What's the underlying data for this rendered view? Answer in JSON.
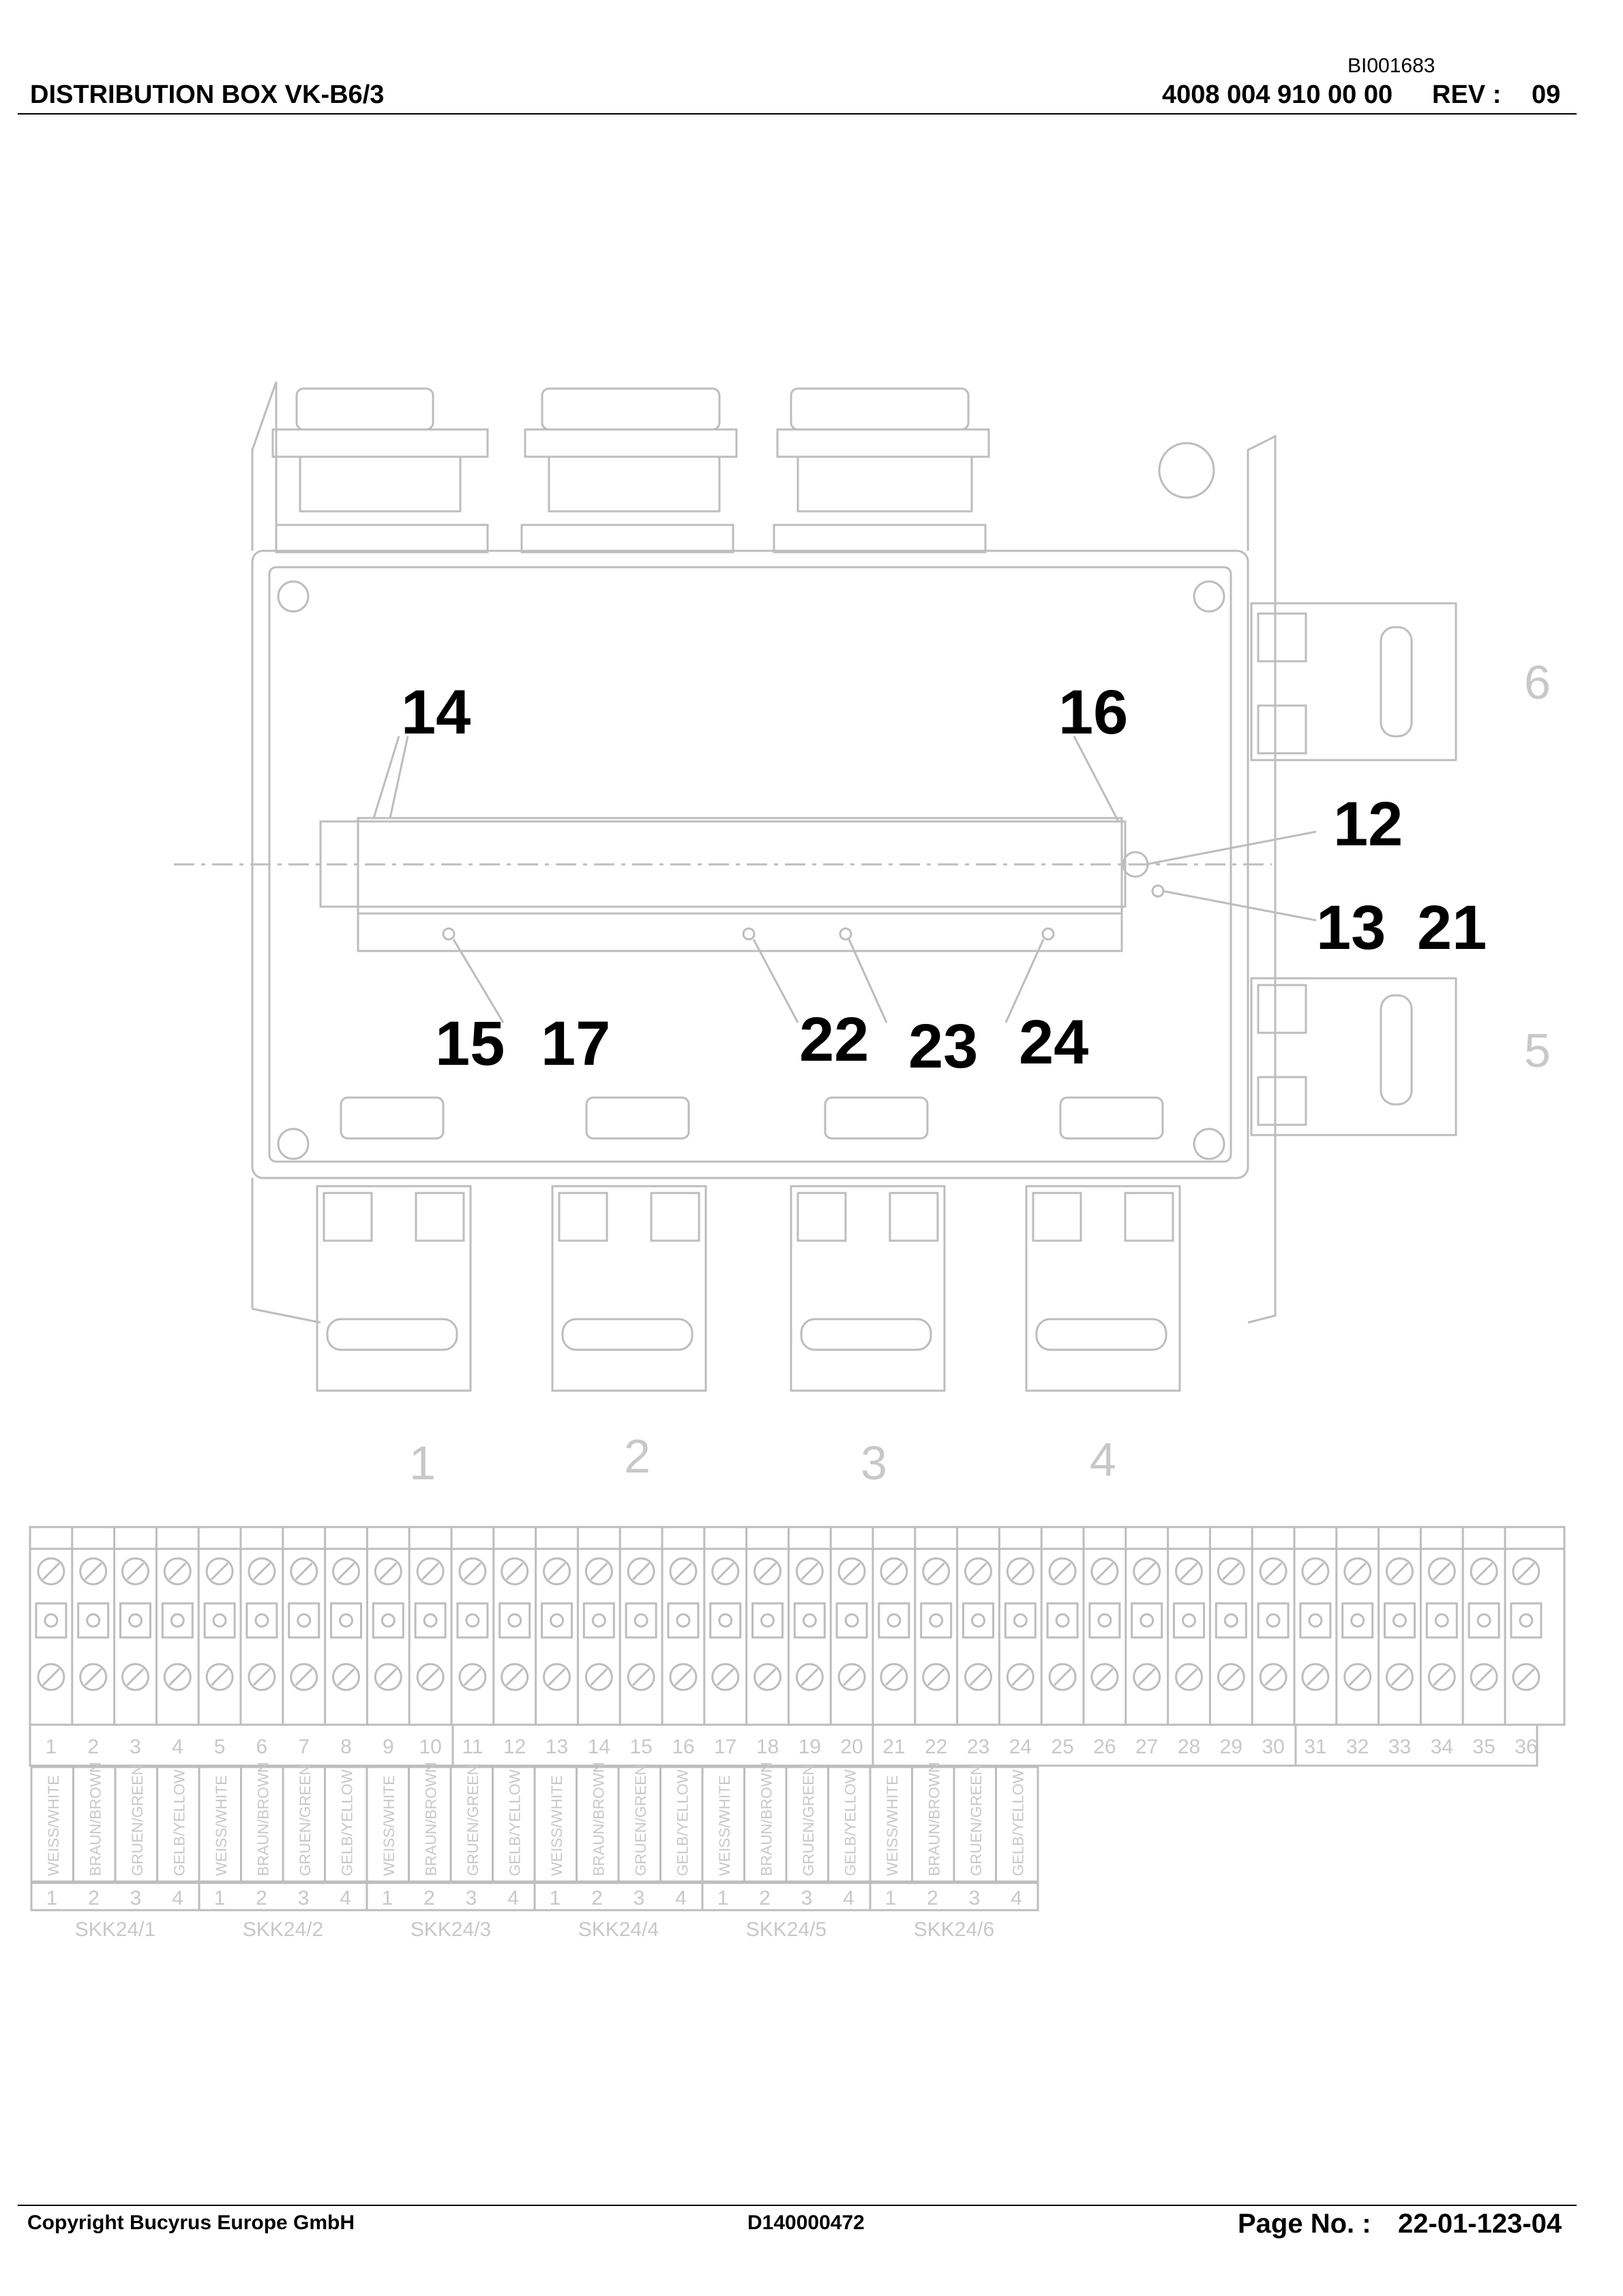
{
  "header": {
    "doc_id": "BI001683",
    "title": "DISTRIBUTION BOX VK-B6/3",
    "part_number": "4008 004 910 00 00",
    "rev_label": "REV :",
    "rev_value": "09"
  },
  "callouts": [
    "14",
    "16",
    "12",
    "13",
    "21",
    "15",
    "17",
    "22",
    "23",
    "24"
  ],
  "ports": [
    "1",
    "2",
    "3",
    "4",
    "5",
    "6"
  ],
  "terminal_numbers": [
    "1",
    "2",
    "3",
    "4",
    "5",
    "6",
    "7",
    "8",
    "9",
    "10",
    "11",
    "12",
    "13",
    "14",
    "15",
    "16",
    "17",
    "18",
    "19",
    "20",
    "21",
    "22",
    "23",
    "24",
    "25",
    "26",
    "27",
    "28",
    "29",
    "30",
    "31",
    "32",
    "33",
    "34",
    "35",
    "36"
  ],
  "wire_colors": [
    "WEISS/WHITE",
    "BRAUN/BROWN",
    "GRUEN/GREEN",
    "GELB/YELLOW"
  ],
  "pin_numbers": [
    "1",
    "2",
    "3",
    "4"
  ],
  "connector_groups": [
    "SKK24/1",
    "SKK24/2",
    "SKK24/3",
    "SKK24/4",
    "SKK24/5",
    "SKK24/6"
  ],
  "footer": {
    "copyright": "Copyright Bucyrus Europe GmbH",
    "drawing_no": "D140000472",
    "page_label": "Page No. :",
    "page_no": "22-01-123-04"
  }
}
